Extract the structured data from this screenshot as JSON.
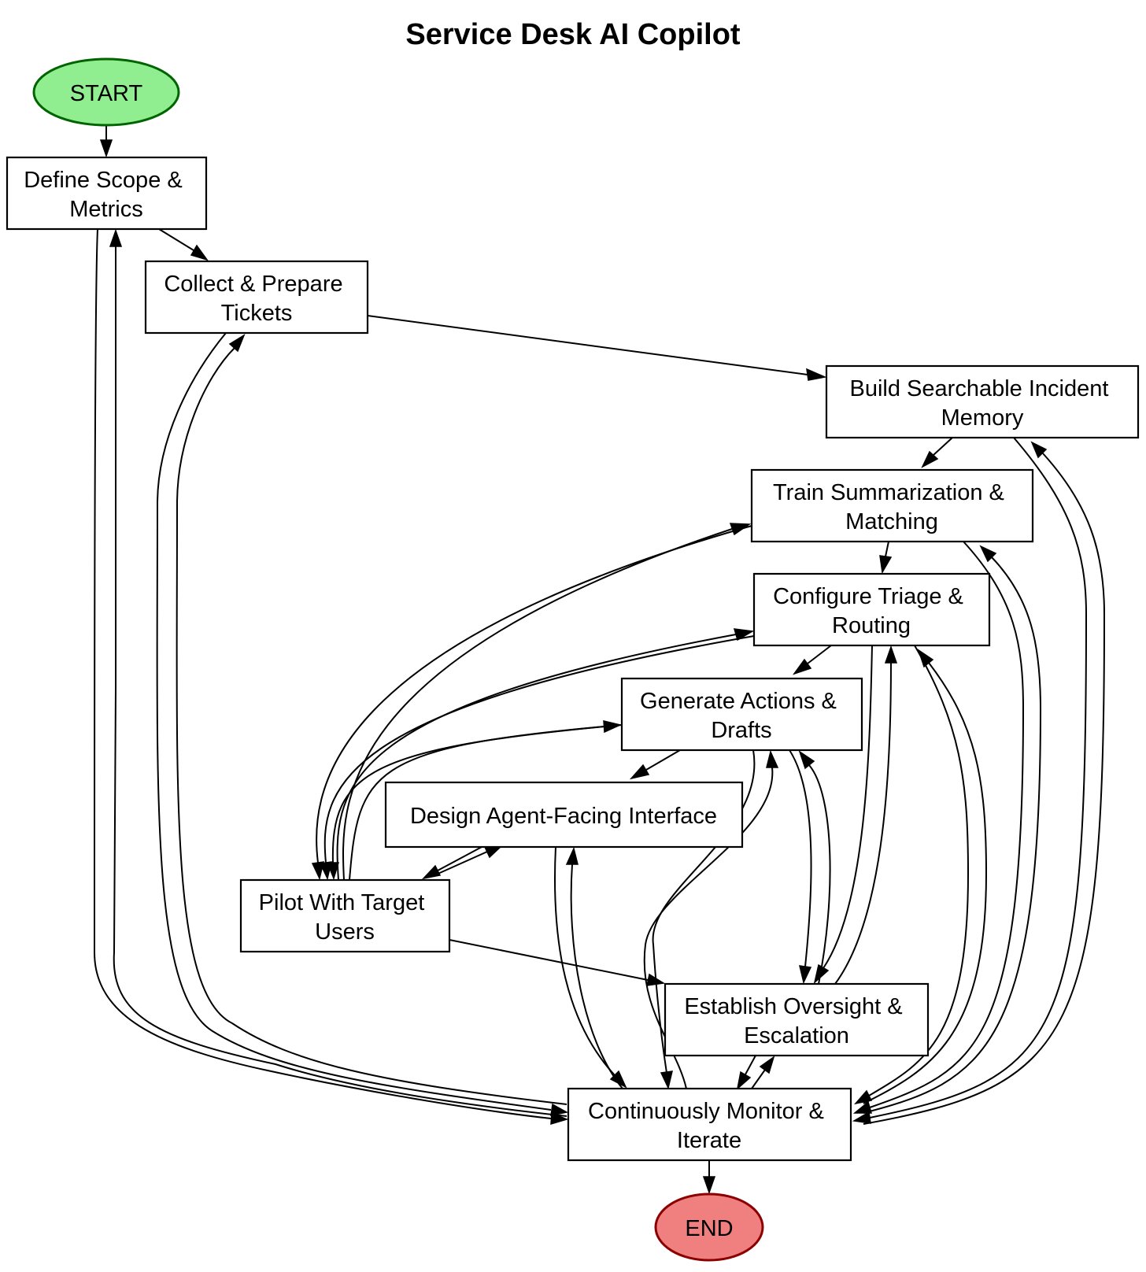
{
  "title": "Service Desk AI Copilot",
  "colors": {
    "start_fill": "#90ee90",
    "start_stroke": "#006400",
    "end_fill": "#f08080",
    "end_stroke": "#8b0000",
    "box_fill": "#ffffff",
    "edge": "#000000"
  },
  "nodes": {
    "start": {
      "lines": [
        "START"
      ]
    },
    "scope": {
      "lines": [
        "Define Scope &",
        "Metrics"
      ]
    },
    "collect": {
      "lines": [
        "Collect & Prepare",
        "Tickets"
      ]
    },
    "memory": {
      "lines": [
        "Build Searchable Incident",
        "Memory"
      ]
    },
    "train": {
      "lines": [
        "Train Summarization &",
        "Matching"
      ]
    },
    "triage": {
      "lines": [
        "Configure Triage &",
        "Routing"
      ]
    },
    "generate": {
      "lines": [
        "Generate Actions &",
        "Drafts"
      ]
    },
    "design": {
      "lines": [
        "Design Agent-Facing Interface"
      ]
    },
    "pilot": {
      "lines": [
        "Pilot With Target",
        "Users"
      ]
    },
    "oversight": {
      "lines": [
        "Establish Oversight &",
        "Escalation"
      ]
    },
    "monitor": {
      "lines": [
        "Continuously Monitor &",
        "Iterate"
      ]
    },
    "end": {
      "lines": [
        "END"
      ]
    }
  },
  "edges": [
    {
      "from": "start",
      "to": "scope"
    },
    {
      "from": "scope",
      "to": "collect"
    },
    {
      "from": "collect",
      "to": "memory"
    },
    {
      "from": "memory",
      "to": "train"
    },
    {
      "from": "train",
      "to": "triage"
    },
    {
      "from": "triage",
      "to": "generate"
    },
    {
      "from": "generate",
      "to": "design"
    },
    {
      "from": "design",
      "to": "pilot"
    },
    {
      "from": "pilot",
      "to": "design"
    },
    {
      "from": "pilot",
      "to": "oversight"
    },
    {
      "from": "pilot",
      "to": "train"
    },
    {
      "from": "train",
      "to": "pilot"
    },
    {
      "from": "pilot",
      "to": "triage"
    },
    {
      "from": "triage",
      "to": "pilot"
    },
    {
      "from": "pilot",
      "to": "generate"
    },
    {
      "from": "generate",
      "to": "pilot"
    },
    {
      "from": "generate",
      "to": "oversight"
    },
    {
      "from": "oversight",
      "to": "generate"
    },
    {
      "from": "triage",
      "to": "oversight"
    },
    {
      "from": "oversight",
      "to": "triage"
    },
    {
      "from": "oversight",
      "to": "monitor"
    },
    {
      "from": "monitor",
      "to": "oversight"
    },
    {
      "from": "design",
      "to": "monitor"
    },
    {
      "from": "monitor",
      "to": "design"
    },
    {
      "from": "generate",
      "to": "monitor"
    },
    {
      "from": "monitor",
      "to": "generate"
    },
    {
      "from": "triage",
      "to": "monitor"
    },
    {
      "from": "monitor",
      "to": "triage"
    },
    {
      "from": "train",
      "to": "monitor"
    },
    {
      "from": "monitor",
      "to": "train"
    },
    {
      "from": "memory",
      "to": "monitor"
    },
    {
      "from": "monitor",
      "to": "memory"
    },
    {
      "from": "scope",
      "to": "monitor"
    },
    {
      "from": "monitor",
      "to": "scope"
    },
    {
      "from": "collect",
      "to": "monitor"
    },
    {
      "from": "monitor",
      "to": "collect"
    },
    {
      "from": "monitor",
      "to": "end"
    }
  ]
}
